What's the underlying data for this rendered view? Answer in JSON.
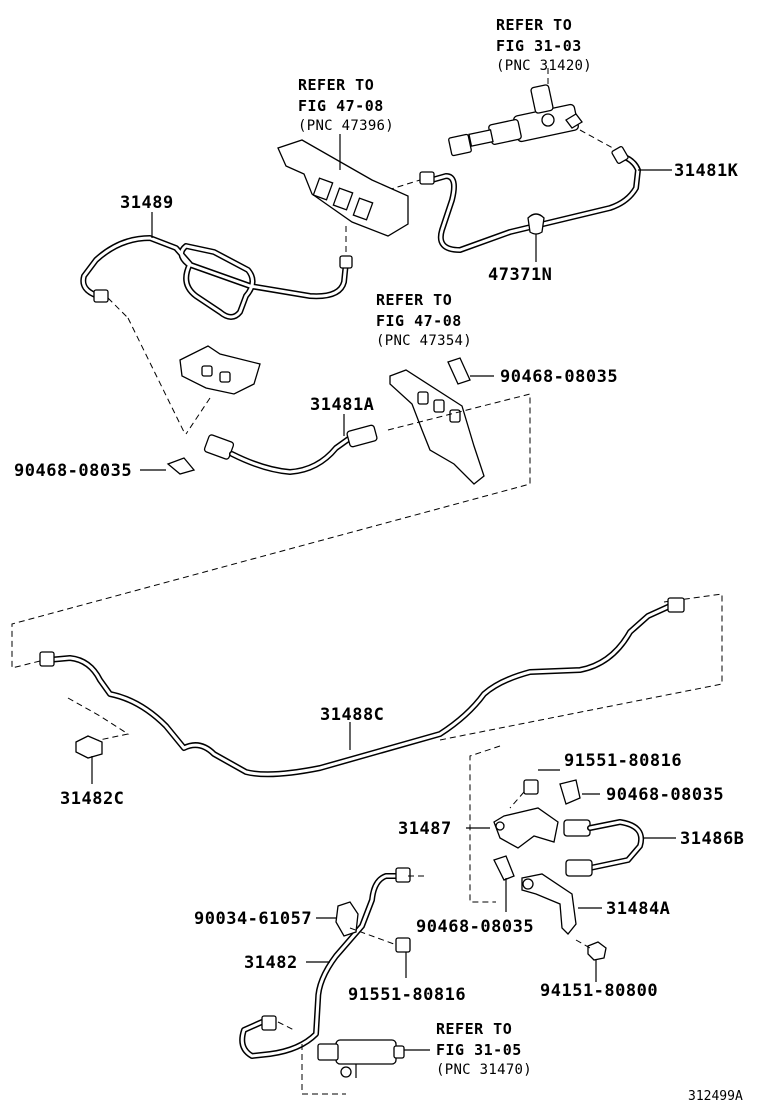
{
  "references": {
    "ref_31_03": {
      "line1": "REFER TO",
      "line2": "FIG 31-03",
      "line3": "(PNC 31420)"
    },
    "ref_47_08_a": {
      "line1": "REFER TO",
      "line2": "FIG 47-08",
      "line3": "(PNC 47396)"
    },
    "ref_47_08_b": {
      "line1": "REFER TO",
      "line2": "FIG 47-08",
      "line3": "(PNC 47354)"
    },
    "ref_31_05": {
      "line1": "REFER TO",
      "line2": "FIG 31-05",
      "line3": "(PNC 31470)"
    }
  },
  "labels": {
    "p31481K": "31481K",
    "p31489": "31489",
    "p47371N": "47371N",
    "p90468_a": "90468-08035",
    "p31481A": "31481A",
    "p90468_b": "90468-08035",
    "p31488C": "31488C",
    "p31482C": "31482C",
    "p91551_a": "91551-80816",
    "p90468_c": "90468-08035",
    "p31487": "31487",
    "p31486B": "31486B",
    "p31484A": "31484A",
    "p90468_d": "90468-08035",
    "p90034": "90034-61057",
    "p31482": "31482",
    "p91551_b": "91551-80816",
    "p94151": "94151-80800"
  },
  "figure_id": "312499A"
}
